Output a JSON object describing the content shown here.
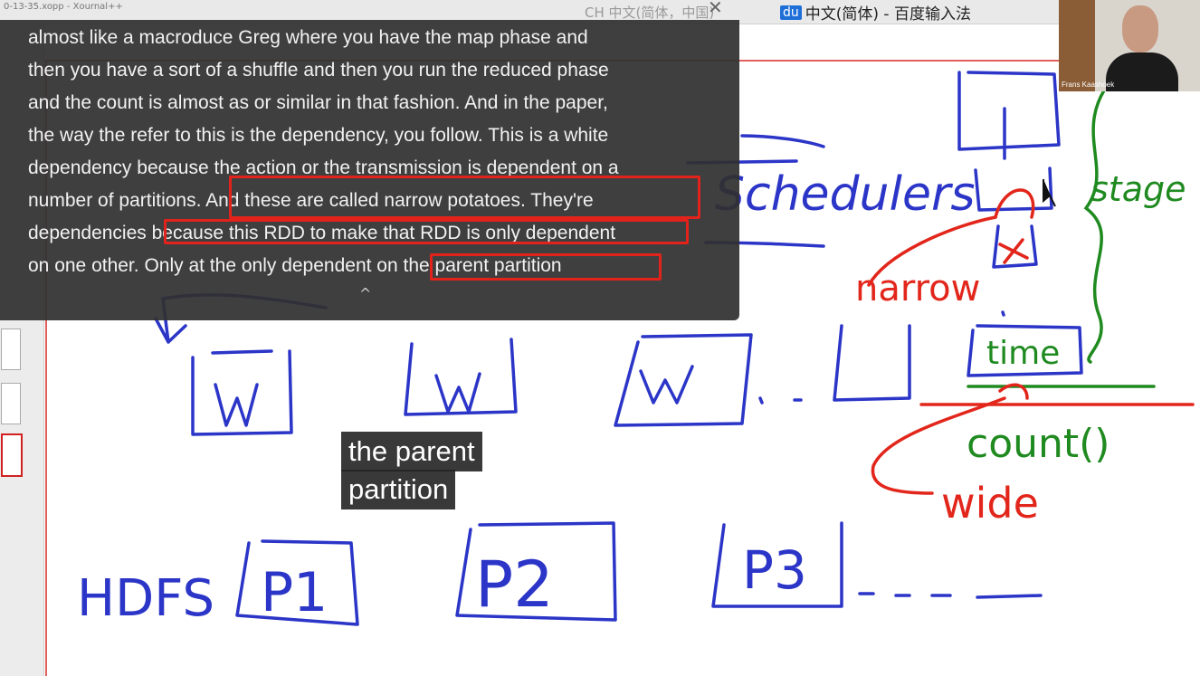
{
  "app": {
    "window_title_fragment": "0-13-35.xopp - Xournal++",
    "ime_indicator_left": "CH 中文(简体，中国)",
    "ime_brand": "du",
    "ime_name": "中文(简体) - 百度输入法"
  },
  "transcript": {
    "lines": [
      "almost like a macroduce Greg where you have the map phase and",
      "then you have a sort of a shuffle and then you run the reduced phase",
      "and the count is almost as or similar in that fashion. And in the paper,",
      "the way the refer to this is the dependency, you follow. This is a white",
      "dependency because the action or the transmission is dependent on a",
      "number of partitions. And these are called narrow potatoes. They're",
      "dependencies because this RDD to make that RDD is only dependent",
      "on one other. Only at the only dependent on the parent partition"
    ],
    "collapse_glyph": "^"
  },
  "caption": {
    "line1": "the parent",
    "line2": "partition"
  },
  "webcam": {
    "participant_name": "Frans Kaashoek"
  },
  "whiteboard": {
    "labels": [
      "W",
      "W",
      "W",
      "HDFS",
      "P1",
      "P2",
      "P3",
      "Schedulers",
      "narrow",
      "wide",
      "stage",
      "time",
      "count()"
    ],
    "ink_colors": {
      "blue": "#2b35c7",
      "red": "#e2261b",
      "green": "#1f8a1f"
    }
  }
}
